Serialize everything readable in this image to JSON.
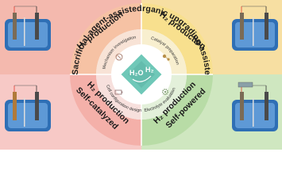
{
  "colors": {
    "tl_panel": "#f4b9ae",
    "tr_panel": "#f7dfa2",
    "bl_panel": "#f7c9c6",
    "br_panel": "#cfe7c0",
    "tl_ring": "#f6c2a4",
    "tr_ring": "#f8e08e",
    "bl_ring": "#f4b0a9",
    "br_ring": "#b8dca6",
    "center": "#6fc8b8",
    "device": "#2f6fb5"
  },
  "quadrants": {
    "tl": {
      "line1": "Sacrificial-agent-assisted",
      "line2": "H₂ production"
    },
    "tr": {
      "line1": "Organic upgrading-assisted",
      "line2": "H₂ production"
    },
    "bl": {
      "line1": "Self-catalyzed",
      "line2": "H₂ production"
    },
    "br": {
      "line1": "Self-powered",
      "line2": "H₂ production"
    }
  },
  "inner_ring": {
    "tl": "Mechanism investigation",
    "tr": "Catalyst preparation",
    "bl": "Cell configuration design",
    "br": "Electrolyte evaluation"
  },
  "center": {
    "left": "H₂O",
    "right": "H₂"
  }
}
